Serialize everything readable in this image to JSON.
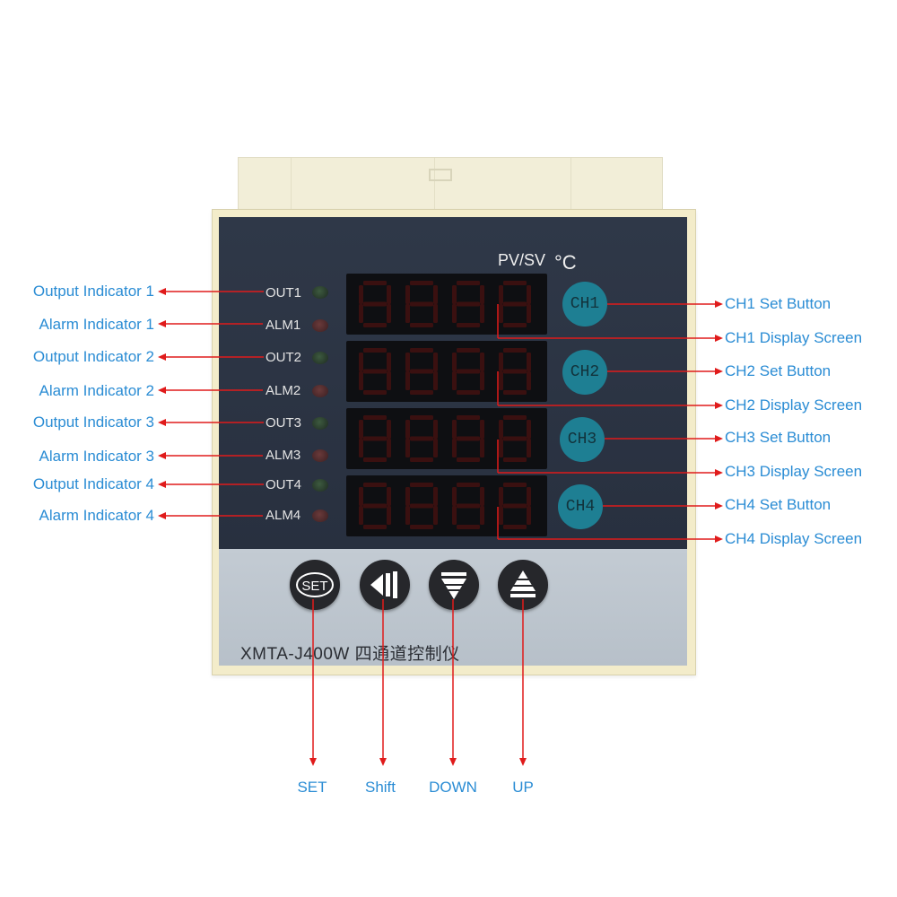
{
  "device": {
    "pv_sv_label": "PV/SV",
    "unit_label": "°C",
    "model_text": "XMTA-J400W  四通道控制仪",
    "indicators": [
      {
        "label": "OUT1"
      },
      {
        "label": "ALM1"
      },
      {
        "label": "OUT2"
      },
      {
        "label": "ALM2"
      },
      {
        "label": "OUT3"
      },
      {
        "label": "ALM3"
      },
      {
        "label": "OUT4"
      },
      {
        "label": "ALM4"
      }
    ],
    "channel_buttons": [
      "CH1",
      "CH2",
      "CH3",
      "CH4"
    ],
    "keypad_set_label": "SET"
  },
  "callouts": {
    "left": [
      "Output Indicator 1",
      "Alarm Indicator 1",
      "Output Indicator 2",
      "Alarm Indicator 2",
      "Output Indicator 3",
      "Alarm Indicator 3",
      "Output Indicator 4",
      "Alarm Indicator 4"
    ],
    "right": [
      "CH1 Set Button",
      "CH1 Display Screen",
      "CH2 Set Button",
      "CH2 Display Screen",
      "CH3 Set Button",
      "CH3 Display Screen",
      "CH4 Set Button",
      "CH4 Display Screen"
    ],
    "bottom": [
      "SET",
      "Shift",
      "DOWN",
      "UP"
    ]
  },
  "colors": {
    "callout_text": "#2a8cd4",
    "arrow": "#e01b1b",
    "panel": "#2c3544",
    "channel_button": "#1e7f93",
    "segment_off": "#3a1010"
  },
  "icons": {
    "shift": "shift-left-icon",
    "down": "down-triangle-icon",
    "up": "up-triangle-icon"
  }
}
